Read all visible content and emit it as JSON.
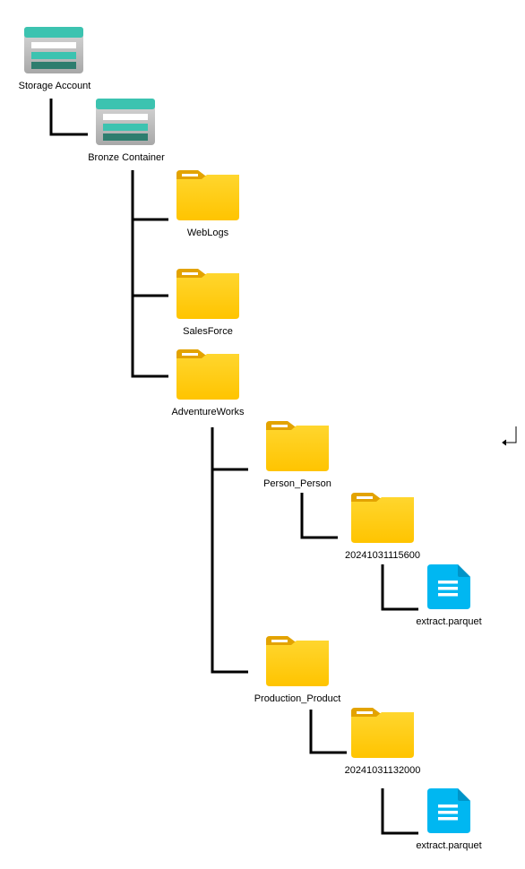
{
  "diagram": {
    "root": {
      "label": "Storage Account",
      "icon": "storage-account-icon"
    },
    "container": {
      "label": "Bronze Container",
      "icon": "storage-account-icon"
    },
    "folders": {
      "weblogs": {
        "label": "WebLogs",
        "icon": "folder-icon"
      },
      "salesforce": {
        "label": "SalesForce",
        "icon": "folder-icon"
      },
      "adventureworks": {
        "label": "AdventureWorks",
        "icon": "folder-icon"
      },
      "person_person": {
        "label": "Person_Person",
        "icon": "folder-icon"
      },
      "person_ts": {
        "label": "20241031115600",
        "icon": "folder-icon"
      },
      "production_product": {
        "label": "Production_Product",
        "icon": "folder-icon"
      },
      "production_ts": {
        "label": "20241031132000",
        "icon": "folder-icon"
      }
    },
    "files": {
      "person_file": {
        "label": "extract.parquet",
        "icon": "document-icon"
      },
      "production_file": {
        "label": "extract.parquet",
        "icon": "document-icon"
      }
    },
    "colors": {
      "connector": "#000000",
      "folder_front": "#FFD100",
      "folder_back": "#E8A200",
      "storage_top": "#3CC3B0",
      "storage_mid": "#3CC3B0",
      "storage_bottom": "#2E7D6E",
      "storage_body": "#B8B8B8",
      "document": "#00B7F1"
    }
  }
}
